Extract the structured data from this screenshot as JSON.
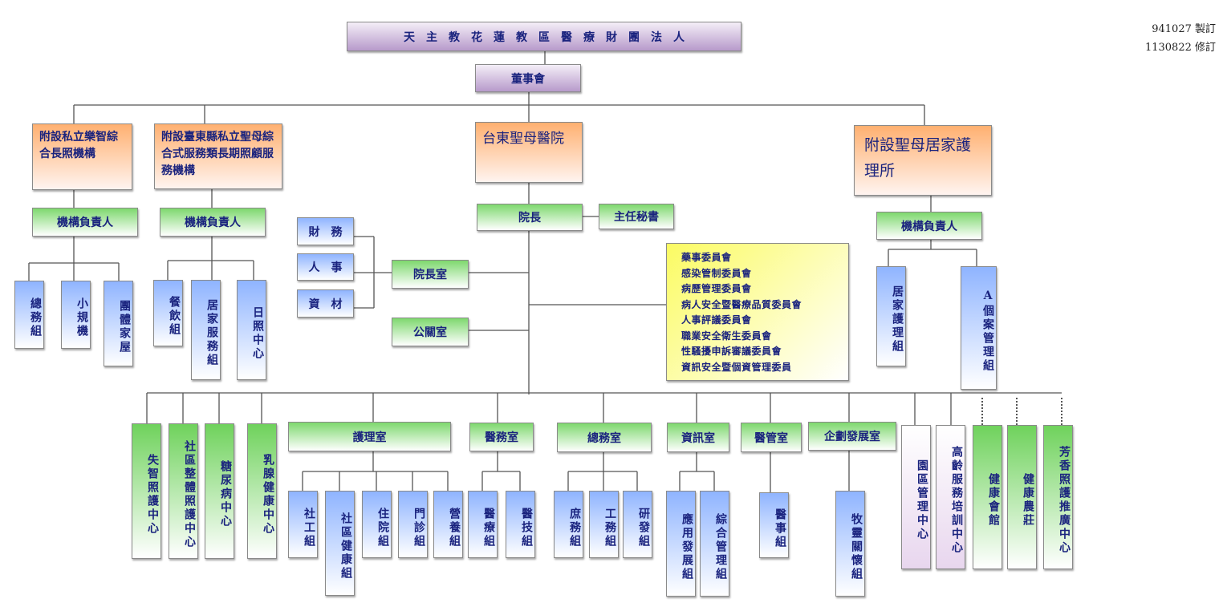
{
  "notes": {
    "made": "941027 製訂",
    "revised": "1130822 修訂"
  },
  "top": {
    "foundation": "天　主　教　花　蓮　教　區　醫　療　財　團　法　人",
    "board": "董事會"
  },
  "branches": {
    "leqi": {
      "name": "附設私立樂智綜合長照機構",
      "head": "機構負責人",
      "units": [
        "總務組",
        "小規機",
        "團體家屋"
      ]
    },
    "taitung": {
      "name": "附設臺東縣私立聖母綜合式服務類長期照顧服務機構",
      "head": "機構負責人",
      "units": [
        "餐飲組",
        "居家服務組",
        "日照中心"
      ]
    },
    "hospital": {
      "name": "台東聖母醫院"
    },
    "homecare": {
      "name": "附設聖母居家護理所",
      "head": "機構負責人",
      "units": [
        "居家護理組",
        "A個案管理組"
      ]
    }
  },
  "management": {
    "director": "院長",
    "chief_secretary": "主任秘書",
    "director_office": "院長室",
    "pr_office": "公關室",
    "office_units": [
      "財　務",
      "人　事",
      "資　材"
    ]
  },
  "committees": [
    "藥事委員會",
    "感染管制委員會",
    "病歷管理委員會",
    "病人安全暨醫療品質委員會",
    "人事評議委員會",
    "職業安全衛生委員會",
    "性騷擾申訴審議委員會",
    "資訊安全暨個資管理委員"
  ],
  "bottom": {
    "centers_left": [
      "失智照護中心",
      "社區整體照護中心",
      "糖尿病中心",
      "乳腺健康中心"
    ],
    "nursing": {
      "name": "護理室",
      "units": [
        "社工組",
        "社區健康組",
        "住院組",
        "門診組",
        "營養組"
      ]
    },
    "medical": {
      "name": "醫務室",
      "units": [
        "醫療組",
        "醫技組"
      ]
    },
    "general": {
      "name": "總務室",
      "units": [
        "庶務組",
        "工務組",
        "研發組"
      ]
    },
    "info": {
      "name": "資訊室",
      "units": [
        "應用發展組",
        "綜合管理組"
      ]
    },
    "medmgmt": {
      "name": "醫管室",
      "units": [
        "醫事組"
      ]
    },
    "planning": {
      "name": "企劃發展室",
      "units": [
        "牧靈關懷組"
      ]
    },
    "centers_right": [
      "園區管理中心",
      "高齡服務培訓中心"
    ],
    "dotted_units": [
      "健康會館",
      "健康農莊",
      "芳香照護推廣中心"
    ]
  }
}
